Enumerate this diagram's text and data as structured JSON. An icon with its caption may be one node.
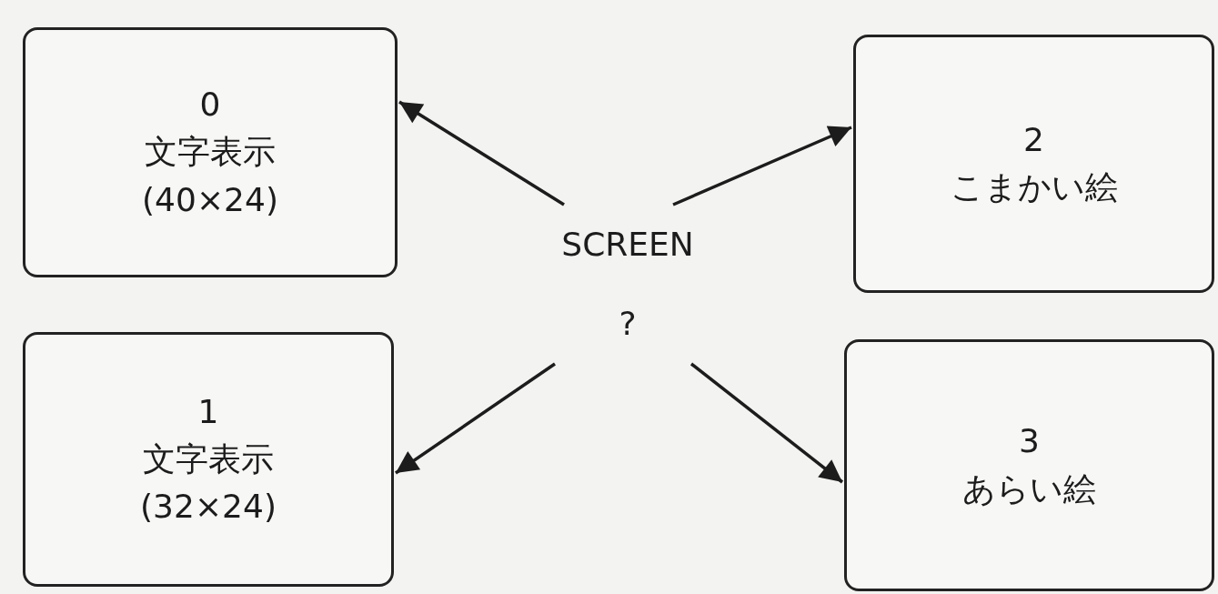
{
  "diagram": {
    "nodes": [
      {
        "text": [
          "0",
          "文字表示",
          "(40×24)"
        ]
      },
      {
        "text": [
          "2",
          "こまかい絵"
        ]
      },
      {
        "text": [
          "SCREEN",
          "?"
        ]
      },
      {
        "text": [
          "1",
          "文字表示",
          "(32×24)"
        ]
      },
      {
        "text": [
          "3",
          "あらい絵"
        ]
      }
    ],
    "edges": [
      {
        "from": 2,
        "to": 0,
        "arrow": "to"
      },
      {
        "from": 2,
        "to": 1,
        "arrow": "to"
      },
      {
        "from": 2,
        "to": 3,
        "arrow": "to"
      },
      {
        "from": 2,
        "to": 4,
        "arrow": "to"
      }
    ]
  }
}
